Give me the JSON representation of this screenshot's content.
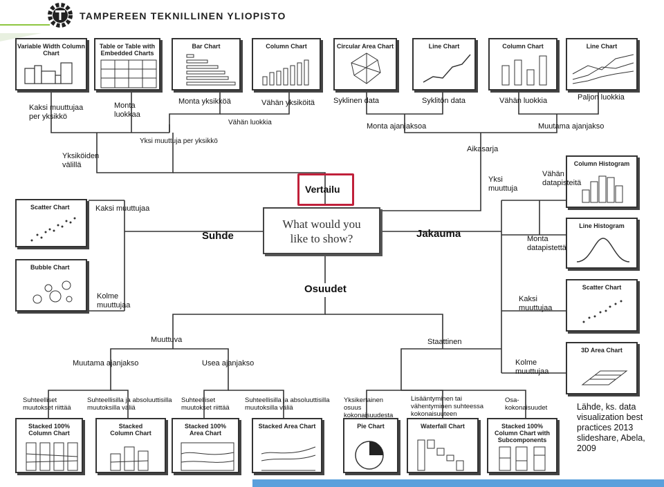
{
  "header": {
    "university": "TAMPEREEN TEKNILLINEN YLIOPISTO",
    "logo_icon": "gear-logo-icon"
  },
  "center": {
    "question": "What would you like to show?",
    "vertailu": "Vertailu",
    "suhde": "Suhde",
    "jakauma": "Jakauma",
    "osuudet": "Osuudet"
  },
  "top_thumbs": [
    "Variable Width Column Chart",
    "Table or Table with Embedded Charts",
    "Bar Chart",
    "Column Chart",
    "Circular Area Chart",
    "Line Chart",
    "Column Chart",
    "Line Chart"
  ],
  "top_labels": {
    "kaksi_muuttujaa": "Kaksi muuttujaa per yksikkö",
    "monta_luokkaa": "Monta luokkaa",
    "monta_yksikkoa": "Monta yksikköä",
    "vahan_yksikoita": "Vähän yksiköitä",
    "vahan_luokkia_1": "Vähän luokkia",
    "syklinen": "Syklinen data",
    "sykliton": "Syklitön data",
    "vahan_luokkia_2": "Vähän luokkia",
    "paljon_luokkia": "Paljon luokkia",
    "monta_ajanjaksoa": "Monta ajanjaksoa",
    "muutama_ajanjakso": "Muutama ajanjakso",
    "yksi_muuttuja_per": "Yksi muuttuja per yksikkö",
    "yksikoiden_valilla": "Yksiköiden välillä",
    "aikasarja": "Aikasarja"
  },
  "left_thumbs": [
    "Scatter Chart",
    "Bubble Chart"
  ],
  "left_labels": {
    "kaksi": "Kaksi muuttujaa",
    "kolme": "Kolme muuttujaa"
  },
  "right_thumbs": [
    "Column Histogram",
    "Line Histogram",
    "Scatter Chart",
    "3D Area Chart"
  ],
  "right_labels": {
    "yksi": "Yksi muuttuja",
    "vahan_data": "Vähän datapisteitä",
    "monta_data": "Monta datapistettä",
    "kaksi": "Kaksi muuttujaa",
    "kolme": "Kolme muuttujaa"
  },
  "bottom_labels": {
    "muuttuva": "Muuttuva",
    "staattinen": "Staattinen",
    "muutama": "Muutama ajanjakso",
    "usea": "Usea ajanjakso",
    "b1": "Suhteelliset muutokset riittää",
    "b2": "Suhteellisilla ja absoluuttisilla muutoksilla väliä",
    "b3": "Suhteelliset muutokset riittää",
    "b4": "Suhteellisilla ja absoluuttisilla muutoksilla väliä",
    "b5": "Yksikertainen osuus kokonaisuudesta",
    "b6": "Lisääntyminen tai vähentyminen suhteessa kokonaisuuteen",
    "b7": "Osa-kokonaisuudet"
  },
  "bottom_thumbs": [
    "Stacked 100% Column Chart",
    "Stacked Column Chart",
    "Stacked 100% Area Chart",
    "Stacked Area Chart",
    "Pie Chart",
    "Waterfall Chart",
    "Stacked 100% Column Chart with Subcomponents"
  ],
  "source": "Lähde, ks. data visualization best practices 2013 slideshare, Abela, 2009",
  "colors": {
    "highlight": "#c0203a",
    "accent_green": "#8dc63f",
    "accent_blue": "#5aa0dc"
  }
}
